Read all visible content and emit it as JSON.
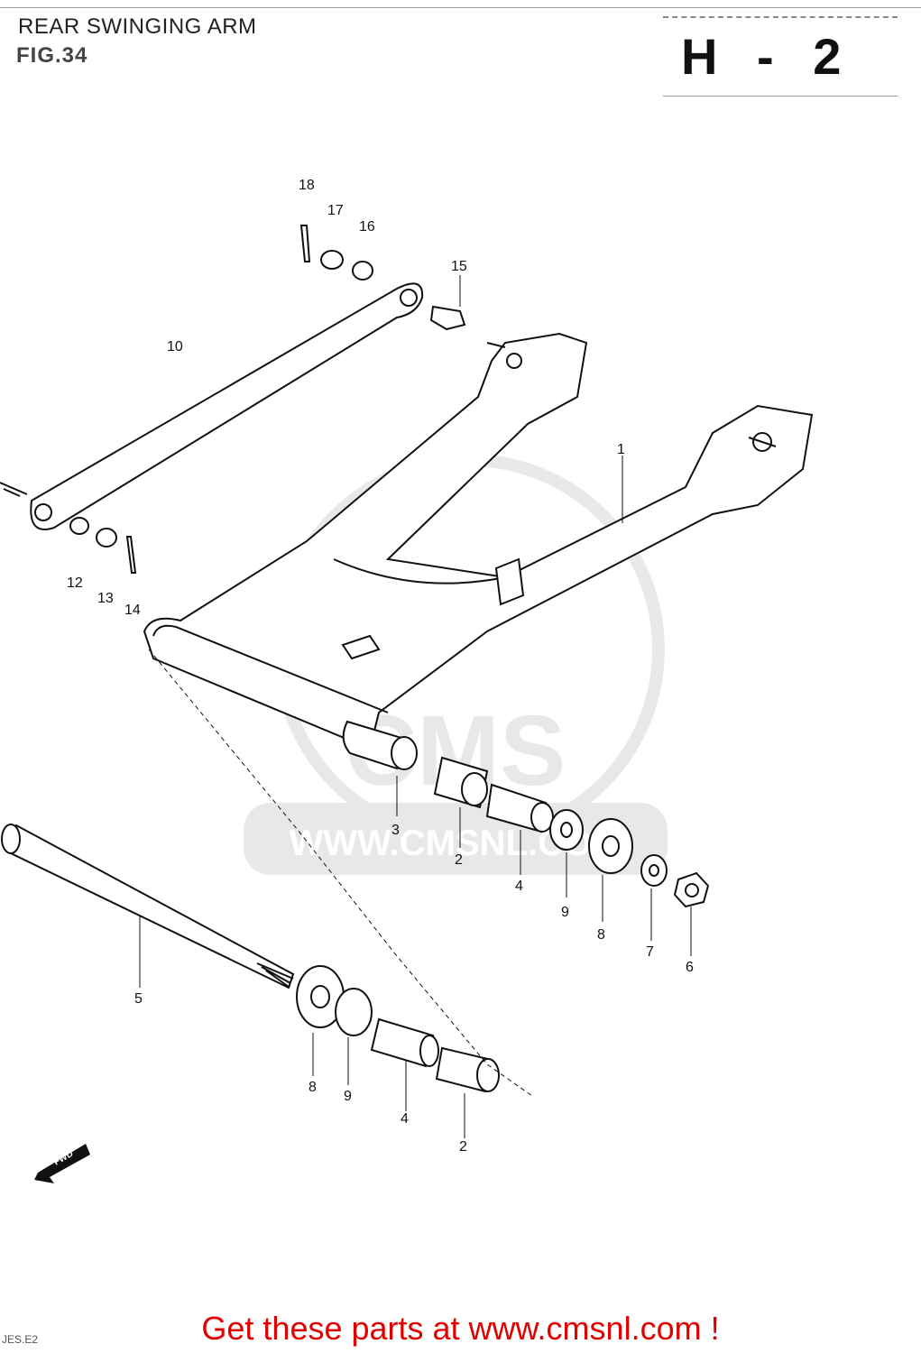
{
  "header": {
    "title": "REAR SWINGING ARM",
    "figure": "FIG.34",
    "section": "H - 2"
  },
  "watermark": {
    "text": "CMS",
    "url": "WWW.CMSNL.COM"
  },
  "callouts": {
    "c1": "1",
    "c2a": "2",
    "c2b": "2",
    "c3": "3",
    "c4a": "4",
    "c4b": "4",
    "c5": "5",
    "c6": "6",
    "c7": "7",
    "c8a": "8",
    "c8b": "8",
    "c9a": "9",
    "c9b": "9",
    "c10": "10",
    "c12": "12",
    "c13": "13",
    "c14": "14",
    "c15": "15",
    "c16": "16",
    "c17": "17",
    "c18": "18"
  },
  "fwd_label": "FWD",
  "footer": {
    "link_text": "Get these parts at www.cmsnl.com !",
    "corner_code": "JES.E2"
  },
  "colors": {
    "ink": "#111111",
    "link": "#e00000",
    "watermark": "#9a9a9a"
  }
}
